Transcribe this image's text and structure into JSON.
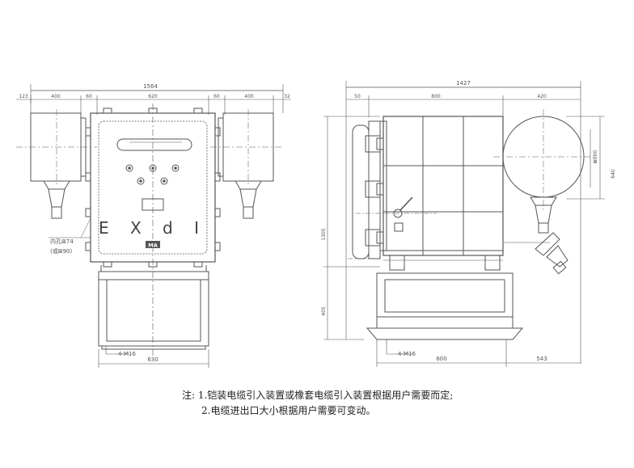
{
  "front_view": {
    "dim_total": "1564",
    "dim_segments": [
      "123",
      "400",
      "60",
      "620",
      "60",
      "400",
      "32"
    ],
    "dim_base_width": "630",
    "mark_label": "E X d I",
    "mark_ma": "MA",
    "hole_label_1": "内孔⊠74",
    "hole_label_2": "(或⊠90)",
    "bolt_label": "4-M16"
  },
  "side_view": {
    "dim_total": "1427",
    "dim_segments": [
      "50",
      "800",
      "420"
    ],
    "dim_height_total": "1305",
    "dim_height_base": "405",
    "dim_right_640": "640",
    "dim_right_500": "⊠500",
    "dim_bottom_600": "600",
    "dim_bottom_543": "543",
    "bolt_label": "4-M16"
  },
  "notes": {
    "line1": "注: 1.铠装电缆引入装置或橡套电缆引入装置根据用户需要而定;",
    "line2": "2.电缆进出口大小根据用户需要可变动。"
  }
}
